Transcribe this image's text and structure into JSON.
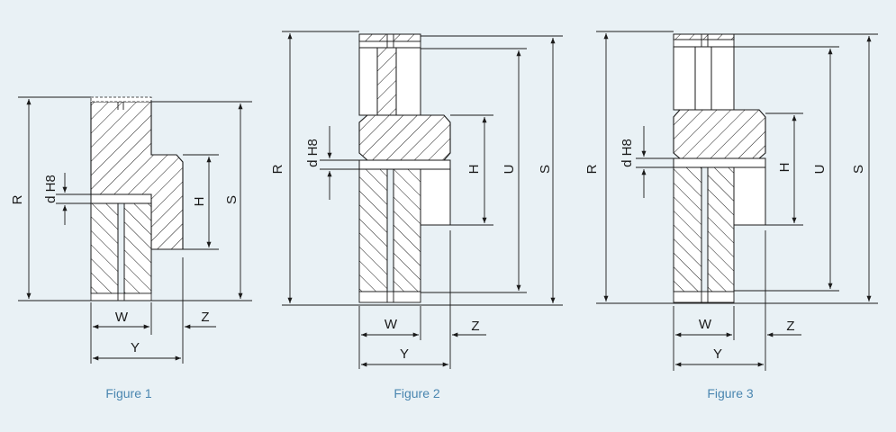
{
  "figures": [
    {
      "caption": "Figure 1",
      "labels": {
        "R": "R",
        "S": "S",
        "H": "H",
        "dH8": "d H8",
        "W": "W",
        "Y": "Y",
        "Z": "Z"
      }
    },
    {
      "caption": "Figure 2",
      "labels": {
        "R": "R",
        "S": "S",
        "H": "H",
        "U": "U",
        "dH8": "d H8",
        "W": "W",
        "Y": "Y",
        "Z": "Z"
      }
    },
    {
      "caption": "Figure 3",
      "labels": {
        "R": "R",
        "S": "S",
        "H": "H",
        "U": "U",
        "dH8": "d H8",
        "W": "W",
        "Y": "Y",
        "Z": "Z"
      }
    }
  ],
  "colors": {
    "background": "#e9f1f5",
    "caption": "#4a86b0",
    "line": "#1a1a1a"
  }
}
